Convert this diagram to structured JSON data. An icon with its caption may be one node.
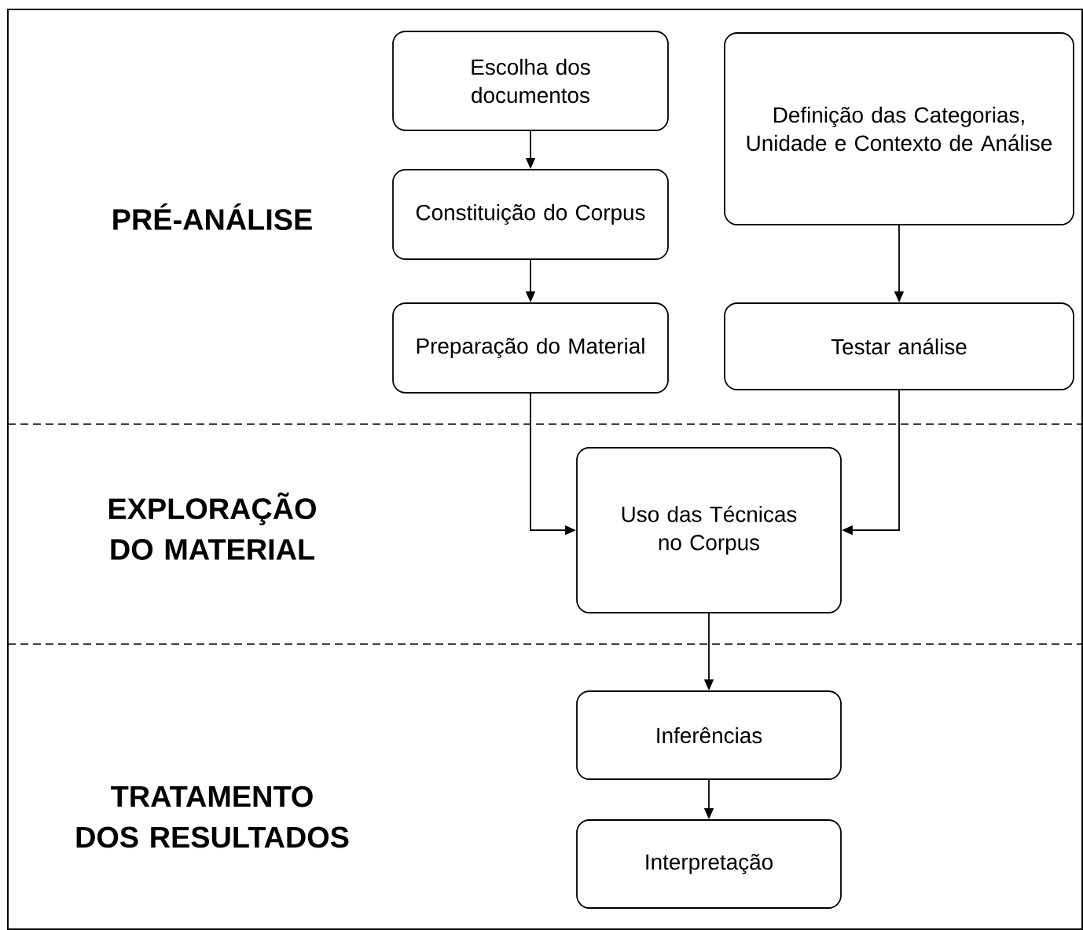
{
  "diagram": {
    "nodes": [
      {
        "text": [
          "Escolha dos documentos"
        ]
      },
      {
        "text": [
          "Constituição do Corpus"
        ]
      },
      {
        "text": [
          "Preparação do Material"
        ]
      },
      {
        "text": [
          "Definição das Categorias, Unidade e Contexto de Análise"
        ]
      },
      {
        "text": [
          "Testar análise"
        ]
      },
      {
        "text": [
          "Uso das Técnicas no Corpus"
        ]
      },
      {
        "text": [
          "Inferências"
        ]
      },
      {
        "text": [
          "Interpretação"
        ]
      }
    ],
    "edges": [
      {
        "from": 0,
        "to": 1,
        "arrow": "to"
      },
      {
        "from": 1,
        "to": 2,
        "arrow": "to"
      },
      {
        "from": 3,
        "to": 4,
        "arrow": "to"
      },
      {
        "from": 2,
        "to": 5,
        "arrow": "to"
      },
      {
        "from": 4,
        "to": 5,
        "arrow": "to"
      },
      {
        "from": 5,
        "to": 6,
        "arrow": "to"
      },
      {
        "from": 6,
        "to": 7,
        "arrow": "to"
      }
    ],
    "labels": [
      "PRÉ-ANÁLISE",
      "EXPLORAÇÃO DO MATERIAL",
      "TRATAMENTO DOS RESULTADOS"
    ]
  }
}
